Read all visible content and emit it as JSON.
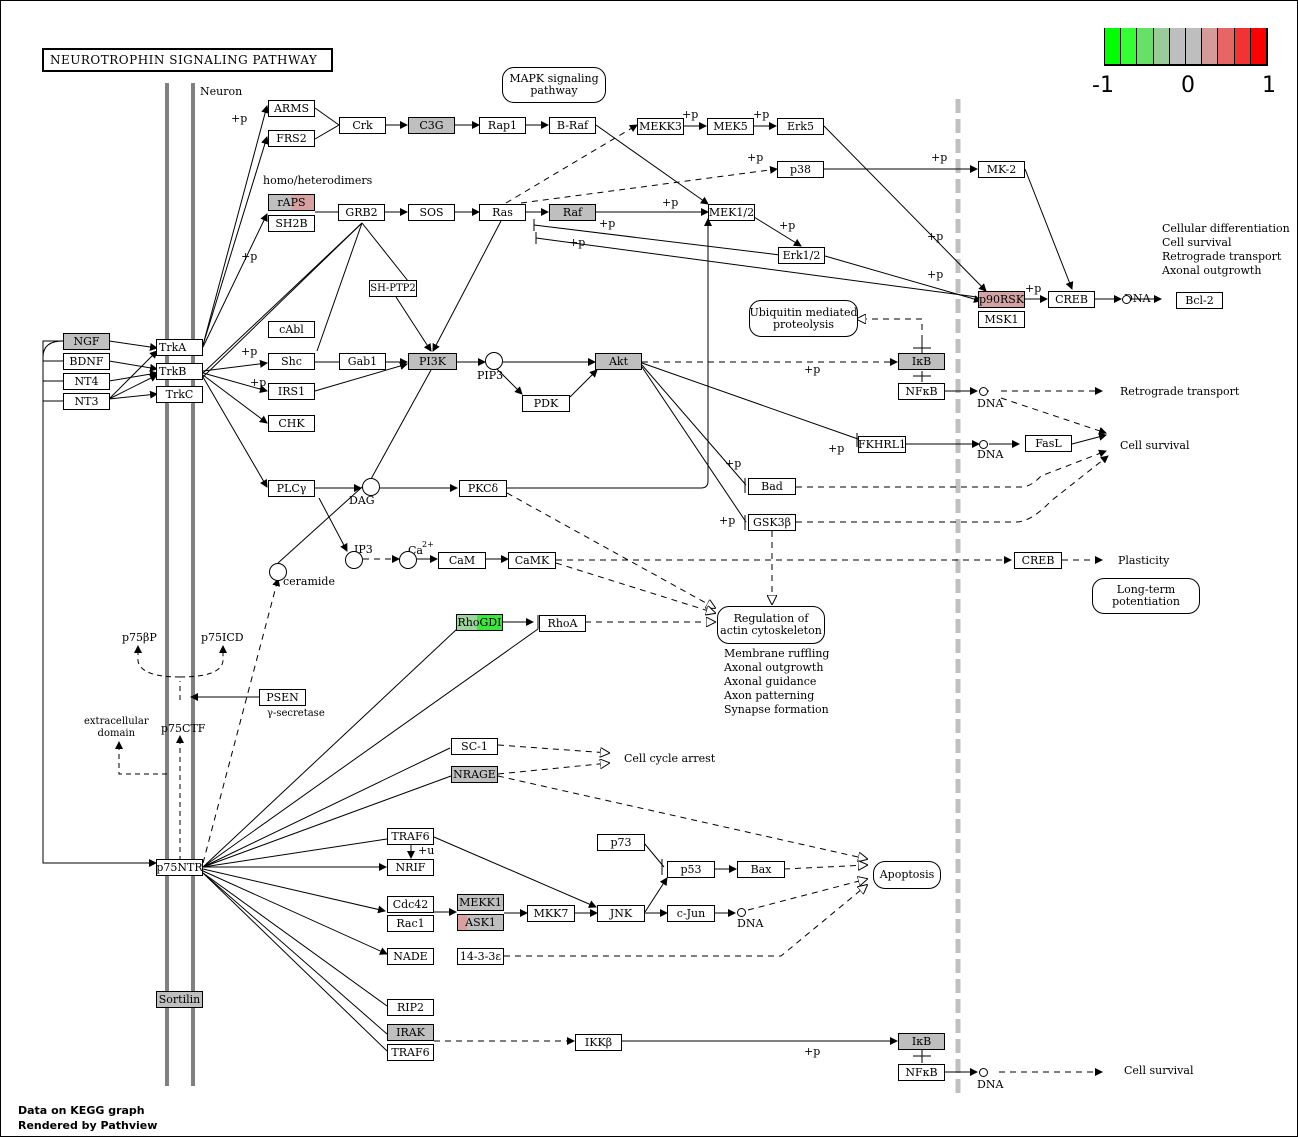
{
  "title": "NEUROTROPHIN SIGNALING PATHWAY",
  "legend": {
    "ticks": [
      "-1",
      "0",
      "1"
    ],
    "colors": [
      "#00ff00",
      "#33ff33",
      "#66e066",
      "#99cc99",
      "#bebebe",
      "#bebebe",
      "#d49b9b",
      "#e66666",
      "#f03333",
      "#ff0000"
    ]
  },
  "footer": [
    "Data on KEGG graph",
    "Rendered by Pathview"
  ],
  "labels": {
    "neuron": "Neuron",
    "homo": "homo/heterodimers",
    "pip3": "PIP3",
    "dag": "DAG",
    "ip3": "IP3",
    "ca": "Ca",
    "ca_sup": "2+",
    "ceramide": "ceramide",
    "p75bp": "p75βP",
    "p75icd": "p75ICD",
    "p75ctf": "p75CTF",
    "extracellular": "extracellular\ndomain",
    "gsec": "γ-secretase",
    "dna": "DNA",
    "retro": "Retrograde transport",
    "cellsurv": "Cell survival",
    "plasticity": "Plasticity",
    "ccarrest": "Cell cycle arrest",
    "outcomes": "Cellular differentiation\nCell survival\nRetrograde transport\nAxonal outgrowth",
    "actin_out": "Membrane ruffling\nAxonal outgrowth\nAxonal guidance\nAxon patterning\nSynapse formation",
    "p": "+p",
    "u": "+u"
  },
  "nodes": {
    "ngf": "NGF",
    "bdnf": "BDNF",
    "nt4": "NT4",
    "nt3": "NT3",
    "trka": "TrkA",
    "trkb": "TrkB",
    "trkc": "TrkC",
    "p75ntr": "p75NTR",
    "sortilin": "Sortilin",
    "arms": "ARMS",
    "frs2": "FRS2",
    "crk": "Crk",
    "c3g": "C3G",
    "rap1": "Rap1",
    "braf": "B-Raf",
    "mekk3": "MEKK3",
    "mek5": "MEK5",
    "erk5": "Erk5",
    "p38": "p38",
    "mk2": "MK-2",
    "raps": "rAPS",
    "sh2b": "SH2B",
    "grb2": "GRB2",
    "sos": "SOS",
    "ras": "Ras",
    "raf": "Raf",
    "mek12": "MEK1/2",
    "erk12": "Erk1/2",
    "shptp2": "SH-PTP2",
    "p90rsk": "p90RSK",
    "msk1": "MSK1",
    "creb1": "CREB",
    "bcl2": "Bcl-2",
    "cabl": "cAbl",
    "shc": "Shc",
    "gab1": "Gab1",
    "pi3k": "PI3K",
    "pdk": "PDK",
    "akt": "Akt",
    "ikb1": "IκB",
    "nfkb1": "NFκB",
    "irs1": "IRS1",
    "chk": "CHK",
    "fkhrl1": "FKHRL1",
    "fasl": "FasL",
    "plcy": "PLCγ",
    "pkcd": "PKCδ",
    "bad": "Bad",
    "gsk3b": "GSK3β",
    "cam": "CaM",
    "camk": "CaMK",
    "creb2": "CREB",
    "rhogdi": "RhoGDI",
    "rhoa": "RhoA",
    "psen": "PSEN",
    "sc1": "SC-1",
    "nrage": "NRAGE",
    "traf6a": "TRAF6",
    "nrif": "NRIF",
    "p73": "p73",
    "p53": "p53",
    "bax": "Bax",
    "cdc42": "Cdc42",
    "rac1": "Rac1",
    "mekk1": "MEKK1",
    "ask1": "ASK1",
    "mkk7": "MKK7",
    "jnk": "JNK",
    "cjun": "c-Jun",
    "nade": "NADE",
    "p1433": "14-3-3ε",
    "rip2": "RIP2",
    "irak": "IRAK",
    "traf6b": "TRAF6",
    "ikkb": "IKKβ",
    "ikb2": "IκB",
    "nfkb2": "NFκB"
  },
  "rounded": {
    "mapk": "MAPK signaling\npathway",
    "ubiq": "Ubiquitin mediated\nproteolysis",
    "actin": "Regulation of\nactin cytoskeleton",
    "apoptosis": "Apoptosis",
    "ltp": "Long-term\npotentiation"
  }
}
